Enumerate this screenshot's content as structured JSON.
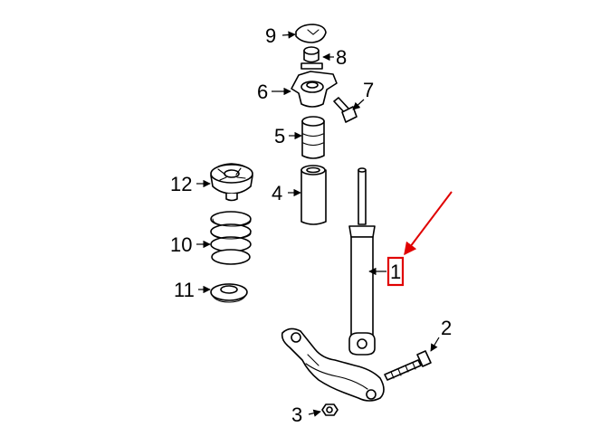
{
  "labels": {
    "p1": "1",
    "p2": "2",
    "p3": "3",
    "p4": "4",
    "p5": "5",
    "p6": "6",
    "p7": "7",
    "p8": "8",
    "p9": "9",
    "p10": "10",
    "p11": "11",
    "p12": "12"
  },
  "colors": {
    "highlight": "#e00000",
    "ink": "#000000"
  }
}
